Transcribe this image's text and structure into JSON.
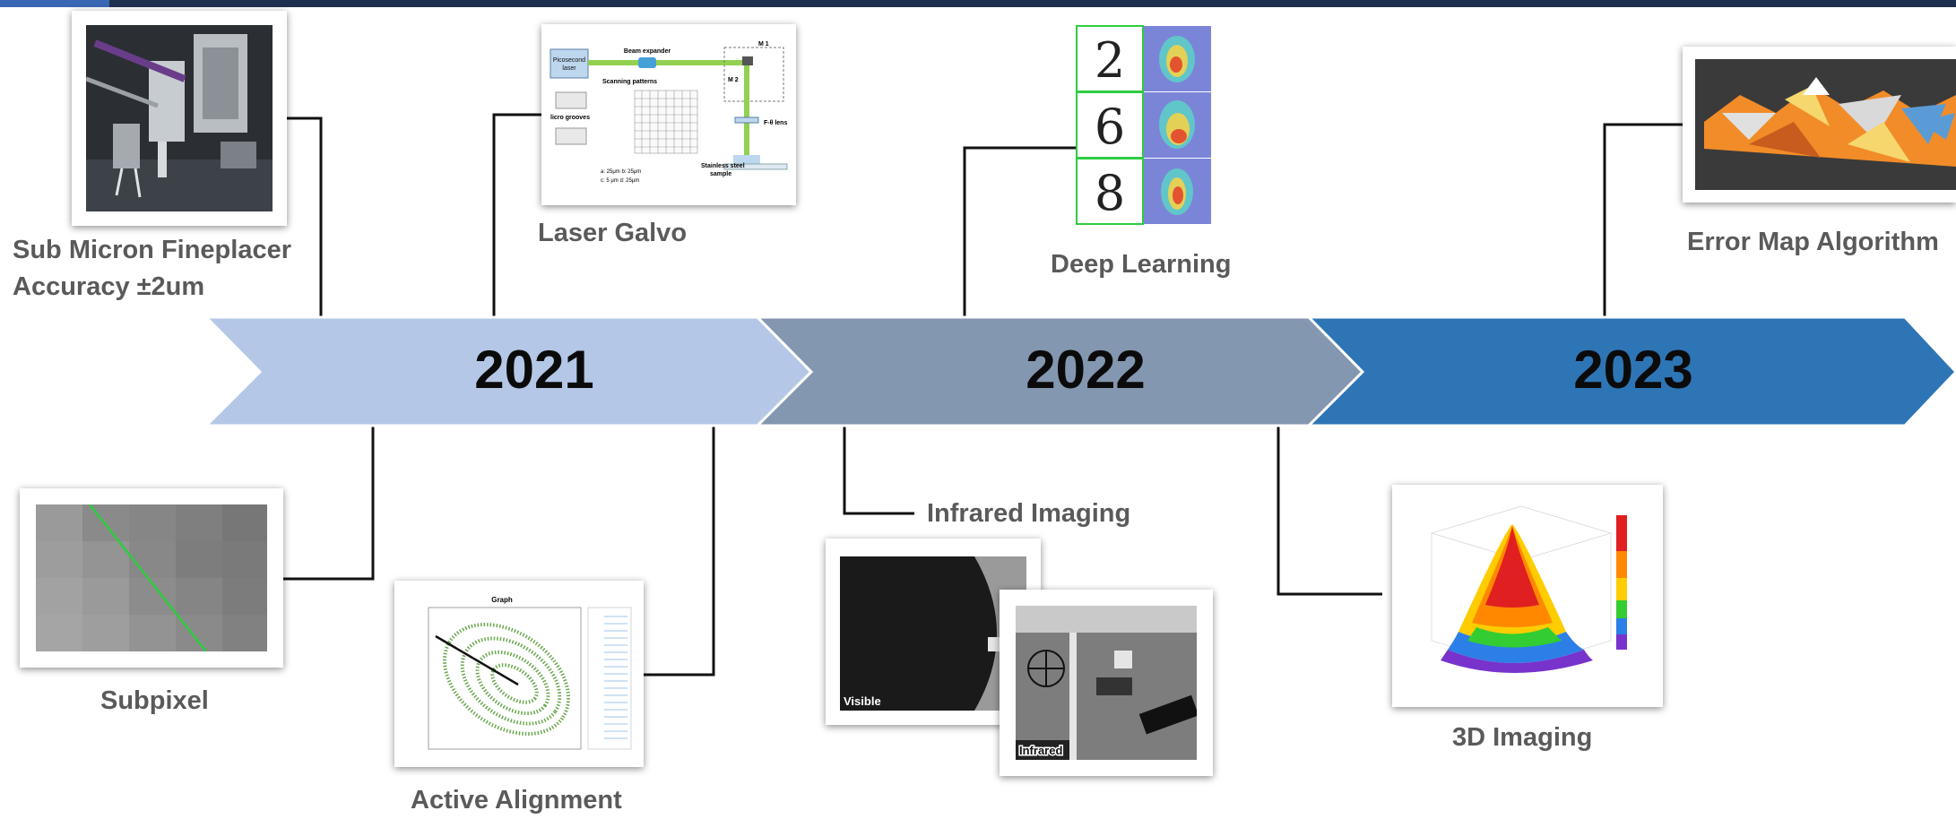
{
  "years": [
    "2021",
    "2022",
    "2023"
  ],
  "colors": {
    "arrow_2021": "#b4c7e7",
    "arrow_2022": "#8497b0",
    "arrow_2023": "#2e75b6",
    "label_gray": "#5a5a5a",
    "top_bar": "#1f2f4f"
  },
  "milestones": {
    "fineplacer": "Sub Micron Fineplacer",
    "fineplacer_accuracy": "Accuracy ±2um",
    "laser_galvo": "Laser Galvo",
    "deep_learning": "Deep Learning",
    "error_map": "Error Map Algorithm",
    "subpixel": "Subpixel",
    "active_alignment": "Active Alignment",
    "infrared_imaging": "Infrared Imaging",
    "imaging_3d": "3D Imaging"
  },
  "laser_diagram": {
    "picosecond": "Picosecond",
    "laser": "laser",
    "beam_expander": "Beam expander",
    "m1": "M 1",
    "m2": "M 2",
    "scanning_patterns": "Scanning patterns",
    "micro_grooves": "licro grooves",
    "f_theta": "F-θ lens",
    "stainless": "Stainless steel",
    "sample": "sample",
    "params1": "a: 25μm   b: 25μm",
    "params2": "c:  5 μm   d: 25μm"
  },
  "mnist_digits": [
    "2",
    "6",
    "8"
  ],
  "ir_photos": {
    "visible": "Visible",
    "infrared": "Infrared"
  },
  "graph_title": "Graph"
}
